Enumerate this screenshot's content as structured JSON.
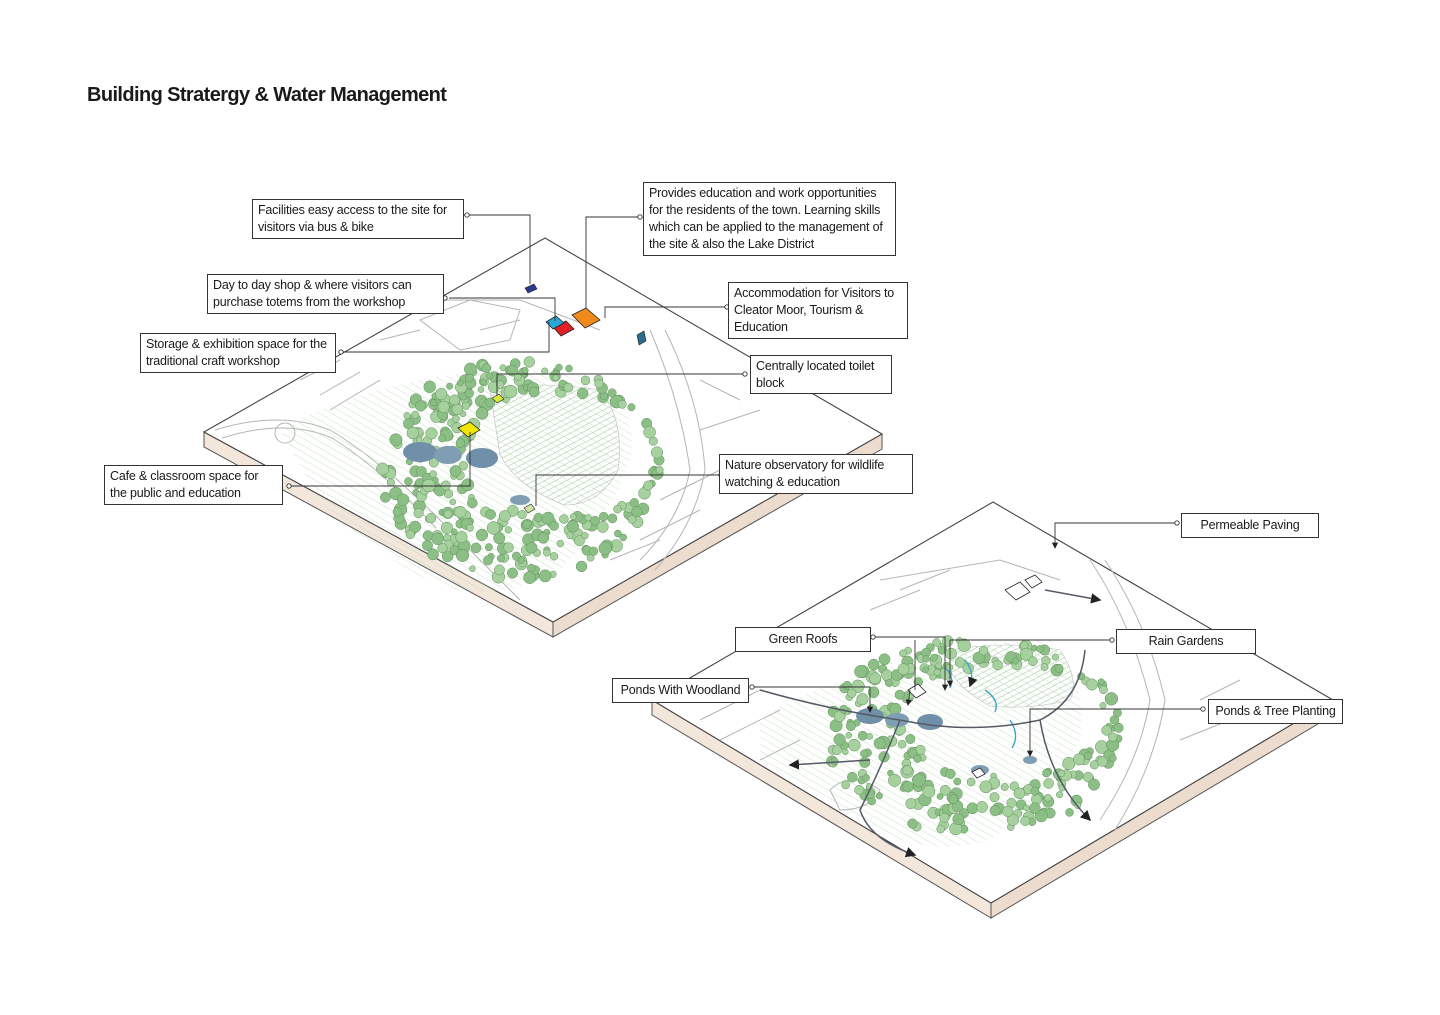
{
  "title": "Building Stratergy & Water Management",
  "colors": {
    "cafe_building": "#f2e500",
    "shop_building": "#e01f26",
    "storage_building": "#2aa7d6",
    "accommodation_building": "#f08a1c",
    "bus_stop": "#2b3a8f",
    "bike_stop": "#2e6b8f",
    "vegetation": "#8cbf86",
    "water": "#6f90a8",
    "block_side": "#f3e7dc"
  },
  "top_map": {
    "labels": {
      "bus_bike": "Facilities easy access to the site for visitors via bus & bike",
      "education": "Provides education and work opportunities for the residents of the town. Learning skills which can be applied to the management of the site & also the Lake District",
      "shop": "Day to day shop & where visitors can purchase totems from the workshop",
      "accommodation": "Accommodation for Visitors to Cleator Moor, Tourism & Education",
      "storage": "Storage & exhibition space for the traditional craft workshop",
      "toilet": "Centrally located toilet block",
      "cafe": "Cafe & classroom space for the public and education",
      "observatory": "Nature observatory for wildlife watching & education"
    }
  },
  "bottom_map": {
    "labels": {
      "paving": "Permeable Paving",
      "green_roofs": "Green Roofs",
      "rain_gardens": "Rain Gardens",
      "ponds_woodland": "Ponds With Woodland",
      "ponds_trees": "Ponds & Tree Planting"
    }
  }
}
